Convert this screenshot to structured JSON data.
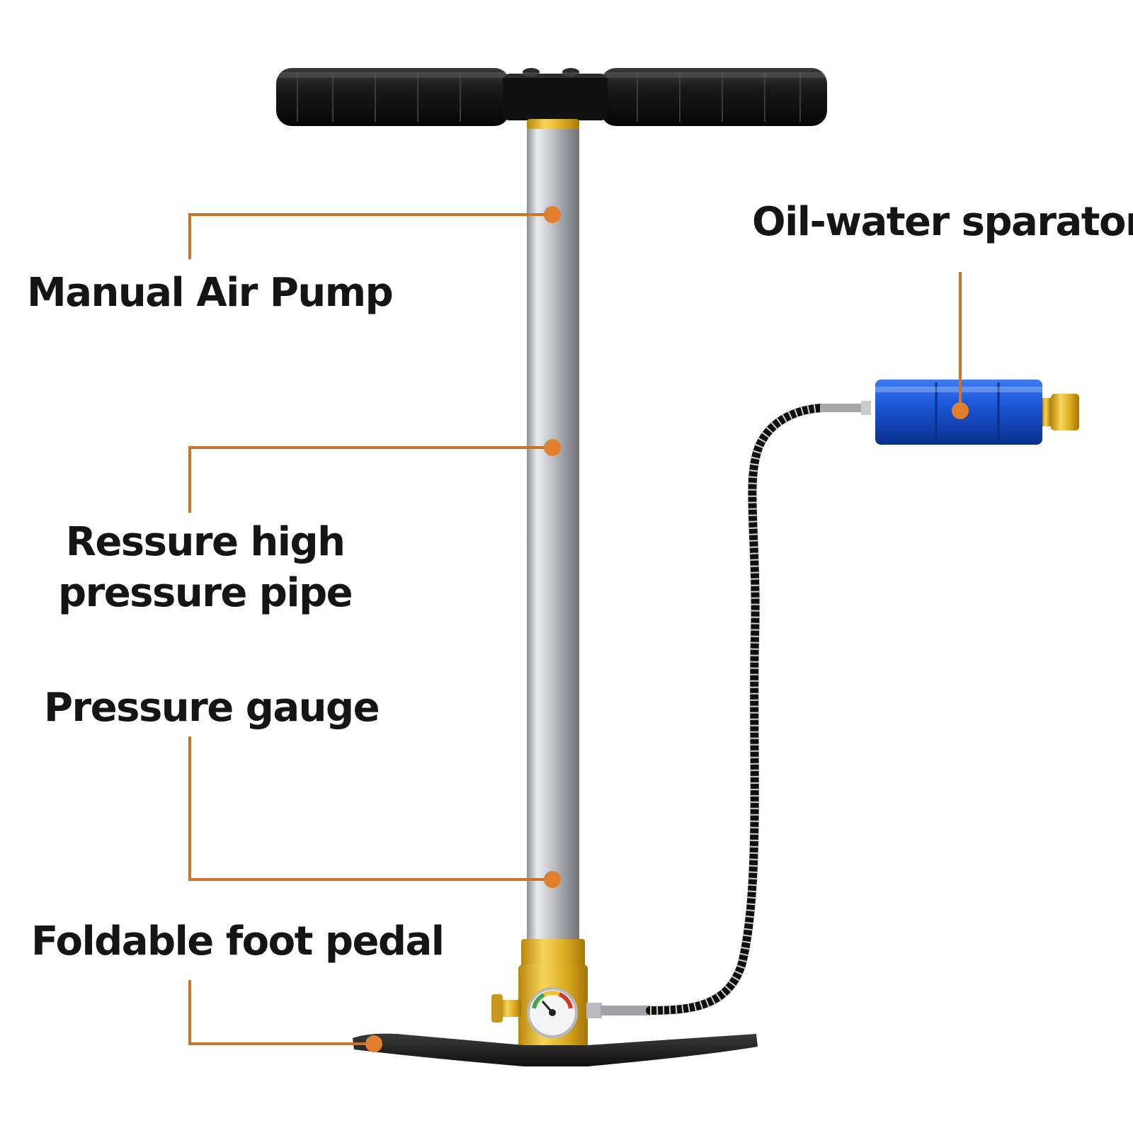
{
  "labels": {
    "manual_air_pump": "Manual Air Pump",
    "high_pressure_pipe_line1": "Ressure high",
    "high_pressure_pipe_line2": "pressure pipe",
    "pressure_gauge": "Pressure gauge",
    "foldable_foot_pedal": "Foldable foot pedal",
    "oil_water_separator": "Oil-water sparator"
  },
  "colors": {
    "callout_line": "#c8742c",
    "callout_dot": "#e07f2e",
    "handle": "#141414",
    "tube": "#a9adb1",
    "brass": "#d9a820",
    "separator_body": "#1a56d8",
    "pedal": "#1c1c1c",
    "gauge_red": "#d8342a",
    "gauge_green": "#3fa548",
    "gauge_yellow": "#f1c232"
  },
  "icons": [
    "pressure-gauge-icon"
  ]
}
